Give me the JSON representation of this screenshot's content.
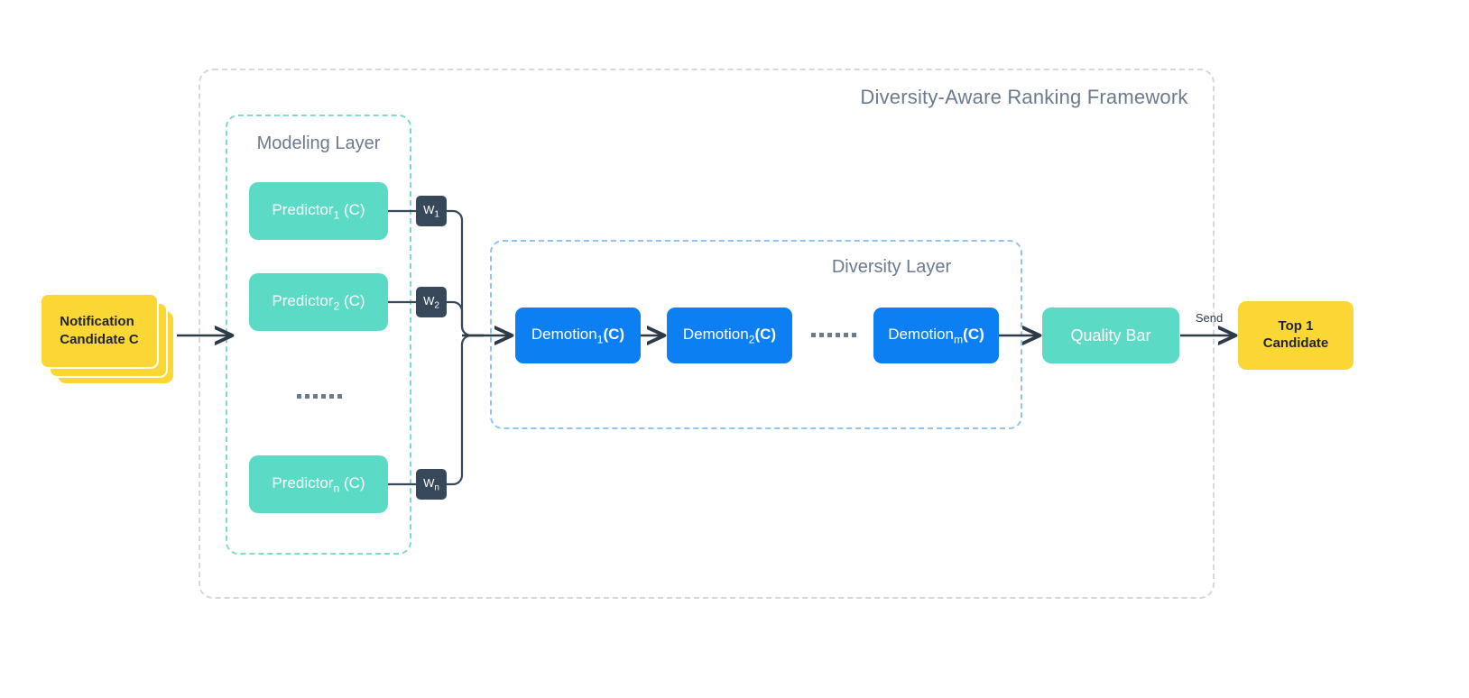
{
  "framework": {
    "title": "Diversity-Aware Ranking Framework",
    "border_color": "#d4d7dc"
  },
  "modeling_layer": {
    "title": "Modeling Layer",
    "border_color": "#7fd9cd",
    "node_color": "#5bdbc6",
    "predictors": [
      {
        "name": "Predictor",
        "subscript": "1",
        "arg": " (C)",
        "weight_label": "W",
        "weight_subscript": "1"
      },
      {
        "name": "Predictor",
        "subscript": "2",
        "arg": " (C)",
        "weight_label": "W",
        "weight_subscript": "2"
      },
      {
        "name": "Predictor",
        "subscript": "n",
        "arg": " (C)",
        "weight_label": "W",
        "weight_subscript": "n"
      }
    ],
    "ellipsis_dot_count": 6
  },
  "diversity_layer": {
    "title": "Diversity Layer",
    "border_color": "#8fc3f5",
    "node_color": "#0c7ff2",
    "demotions": [
      {
        "name": "Demotion",
        "subscript": "1",
        "arg": "(C)"
      },
      {
        "name": "Demotion",
        "subscript": "2",
        "arg": "(C)"
      },
      {
        "name": "Demotion",
        "subscript": "m",
        "arg": "(C)"
      }
    ],
    "ellipsis_dot_count": 6
  },
  "input": {
    "label_line1": "Notification",
    "label_line2": "Candidate C",
    "color": "#fbd735"
  },
  "quality_bar": {
    "label": "Quality Bar",
    "color": "#5bdbc6"
  },
  "output": {
    "label_line1": "Top 1",
    "label_line2": "Candidate",
    "color": "#fbd735",
    "edge_label": "Send"
  },
  "colors": {
    "teal": "#5bdbc6",
    "blue": "#0c7ff2",
    "yellow": "#fbd735",
    "slate": "#37485a",
    "gray_text": "#6b7a8d",
    "arrow": "#2d3a47",
    "background": "#ffffff"
  }
}
